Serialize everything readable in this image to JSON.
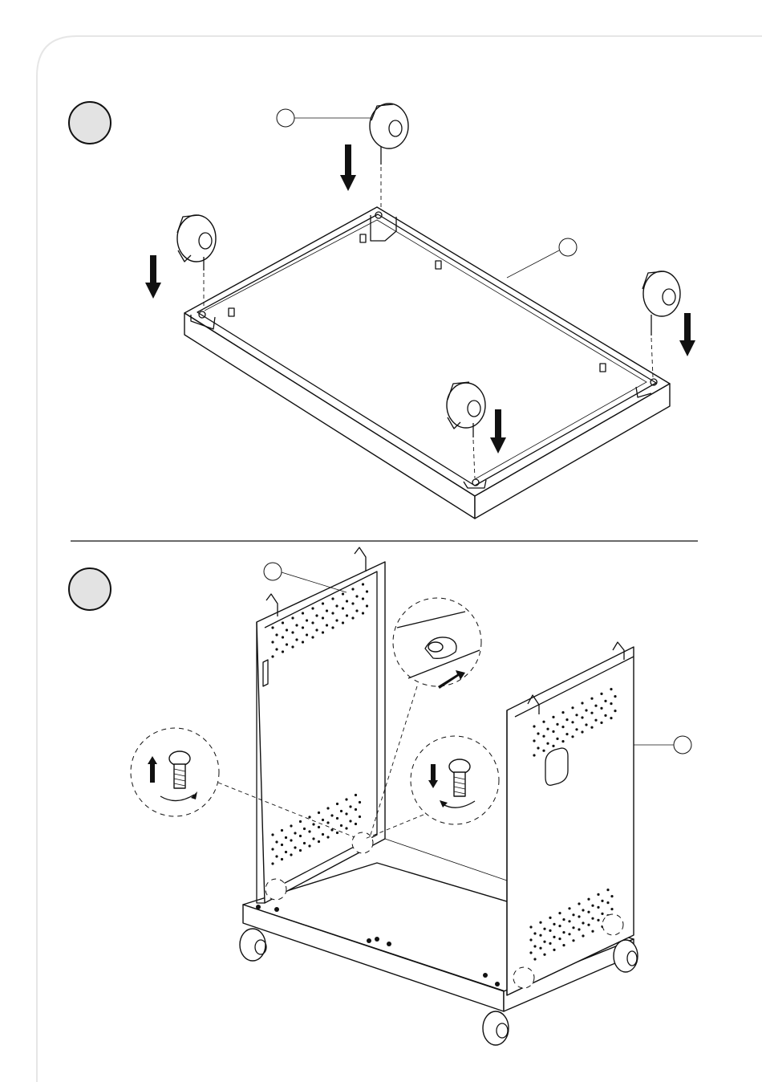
{
  "page": {
    "border_color": "#e6e6e6",
    "step_badge_color": "#e3e3e3"
  },
  "steps": [
    {
      "number": "",
      "parts": [
        "caster",
        "base-frame"
      ],
      "caster_count": 4
    },
    {
      "number": "",
      "parts": [
        "left-side-panel",
        "right-side-panel",
        "bolt"
      ],
      "detail_views": [
        "bolt-loosen",
        "keyhole-slide",
        "bolt-tighten"
      ]
    }
  ],
  "callouts": [
    {
      "id": "caster",
      "label": ""
    },
    {
      "id": "base-frame",
      "label": ""
    },
    {
      "id": "left-side-panel",
      "label": ""
    },
    {
      "id": "right-side-panel",
      "label": ""
    }
  ]
}
